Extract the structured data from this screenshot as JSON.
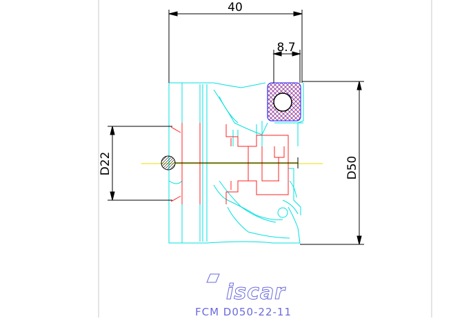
{
  "drawing": {
    "dimensions": {
      "overall_length": "40",
      "insert_offset": "8.7",
      "bore_diameter": "D22",
      "cutting_diameter": "D50"
    },
    "brand_logo": "iscar",
    "designation": "FCM D050-22-11"
  },
  "colors": {
    "outline": "#00e0e0",
    "hidden_lines": "#ff2020",
    "dimension": "#000000",
    "centerline": "#e0e000",
    "insert_hatch": "#5050ff",
    "title": "#6a6adc",
    "frame": "#c8c8c8"
  }
}
